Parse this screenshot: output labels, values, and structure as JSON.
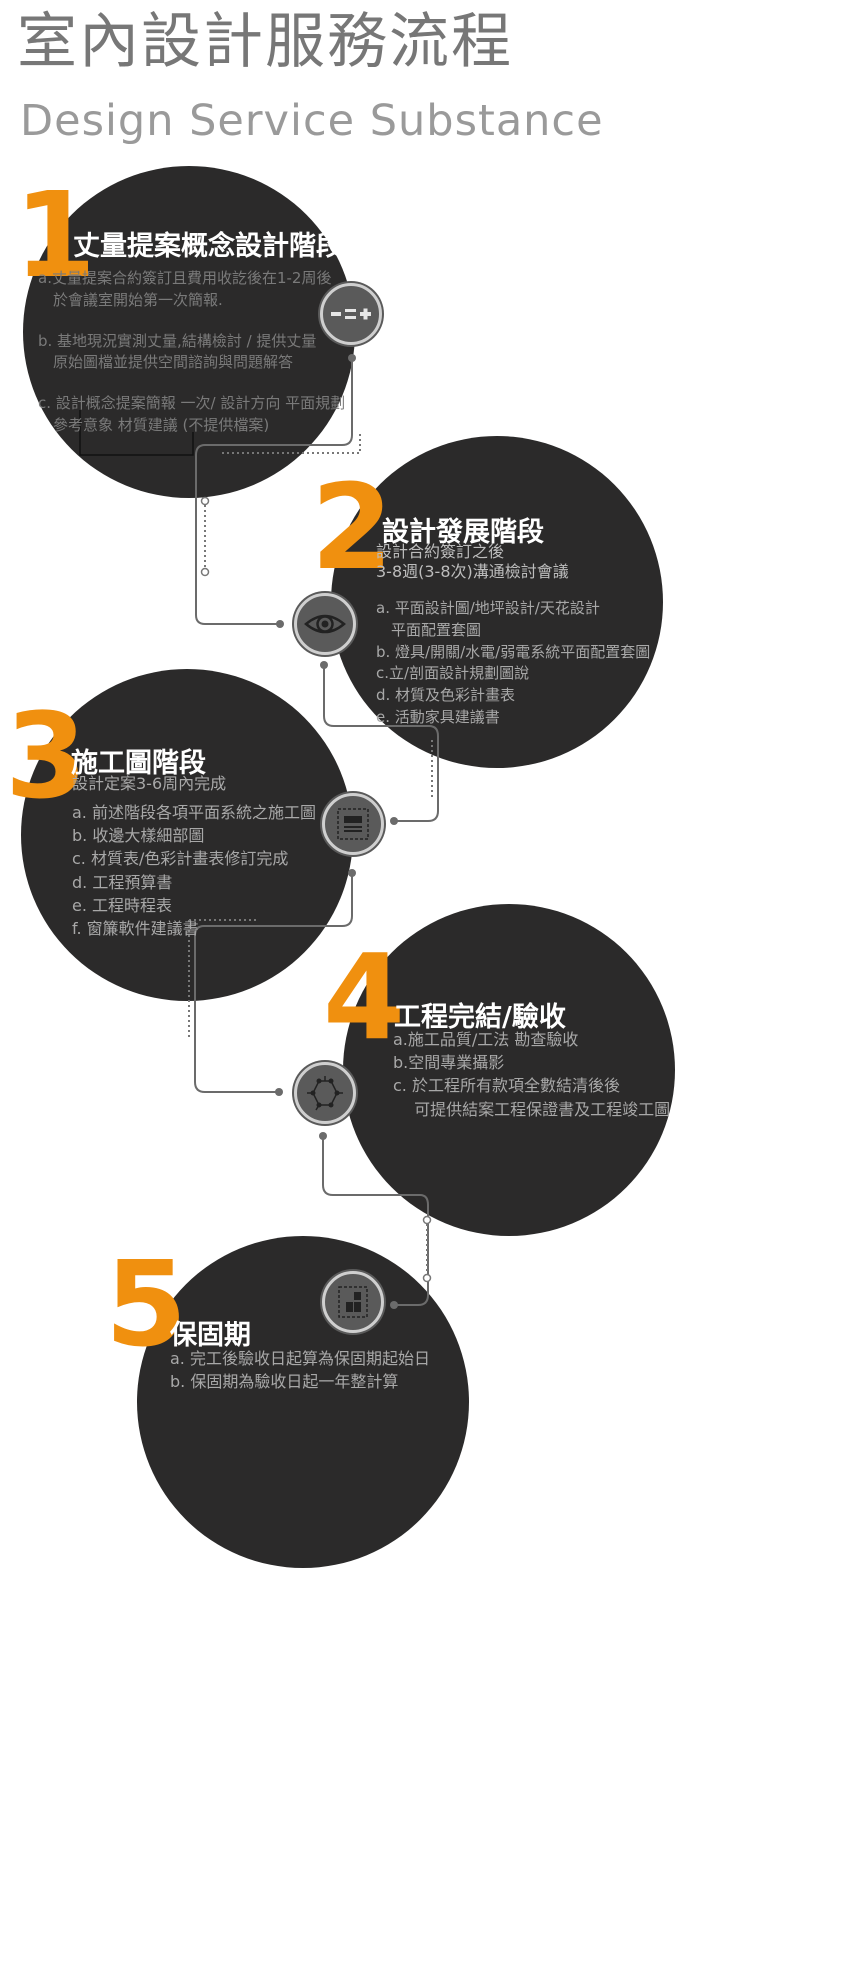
{
  "header": {
    "title": "室內設計服務流程",
    "subtitle": "Design Service Substance"
  },
  "colors": {
    "accent": "#f0900f",
    "circle": "#2b2a2a",
    "background": "#ffffff"
  },
  "steps": [
    {
      "number": "1",
      "title": "丈量提案概念設計階段",
      "icon": "math-symbols-icon",
      "items": [
        "a.丈量提案合約簽訂且費用收訖後在1-2周後",
        "　於會議室開始第一次簡報.",
        "b. 基地現況實測丈量,結構檢討 / 提供丈量",
        "　原始圖檔並提供空間諮詢與問題解答",
        "c. 設計概念提案簡報 一次/ 設計方向 平面規劃",
        "　參考意象  材質建議 (不提供檔案)"
      ]
    },
    {
      "number": "2",
      "title": "設計發展階段",
      "subtitle_lines": [
        "設計合約簽訂之後",
        "3-8週(3-8次)溝通檢討會議"
      ],
      "icon": "eye-icon",
      "items": [
        "a. 平面設計圖/地坪設計/天花設計",
        "　平面配置套圖",
        "b. 燈具/開關/水電/弱電系統平面配置套圖",
        "c.立/剖面設計規劃圖說",
        "d. 材質及色彩計畫表",
        "e. 活動家具建議書"
      ]
    },
    {
      "number": "3",
      "title": "施工圖階段",
      "subtitle_lines": [
        "設計定案3-6周內完成"
      ],
      "icon": "document-icon",
      "items": [
        "a.   前述階段各項平面系統之施工圖",
        "b.   收邊大樣細部圖",
        "c. 材質表/色彩計畫表修訂完成",
        "d. 工程預算書",
        "e. 工程時程表",
        "f.   窗簾軟件建議書"
      ]
    },
    {
      "number": "4",
      "title": "工程完結/驗收",
      "icon": "network-icon",
      "items": [
        "a.施工品質/工法 勘查驗收",
        "b.空間專業攝影",
        "c.  於工程所有款項全數結清後後",
        "　 可提供結案工程保證書及工程竣工圖"
      ]
    },
    {
      "number": "5",
      "title": "保固期",
      "icon": "layout-icon",
      "items": [
        "a. 完工後驗收日起算為保固期起始日",
        "b. 保固期為驗收日起一年整計算"
      ]
    }
  ]
}
